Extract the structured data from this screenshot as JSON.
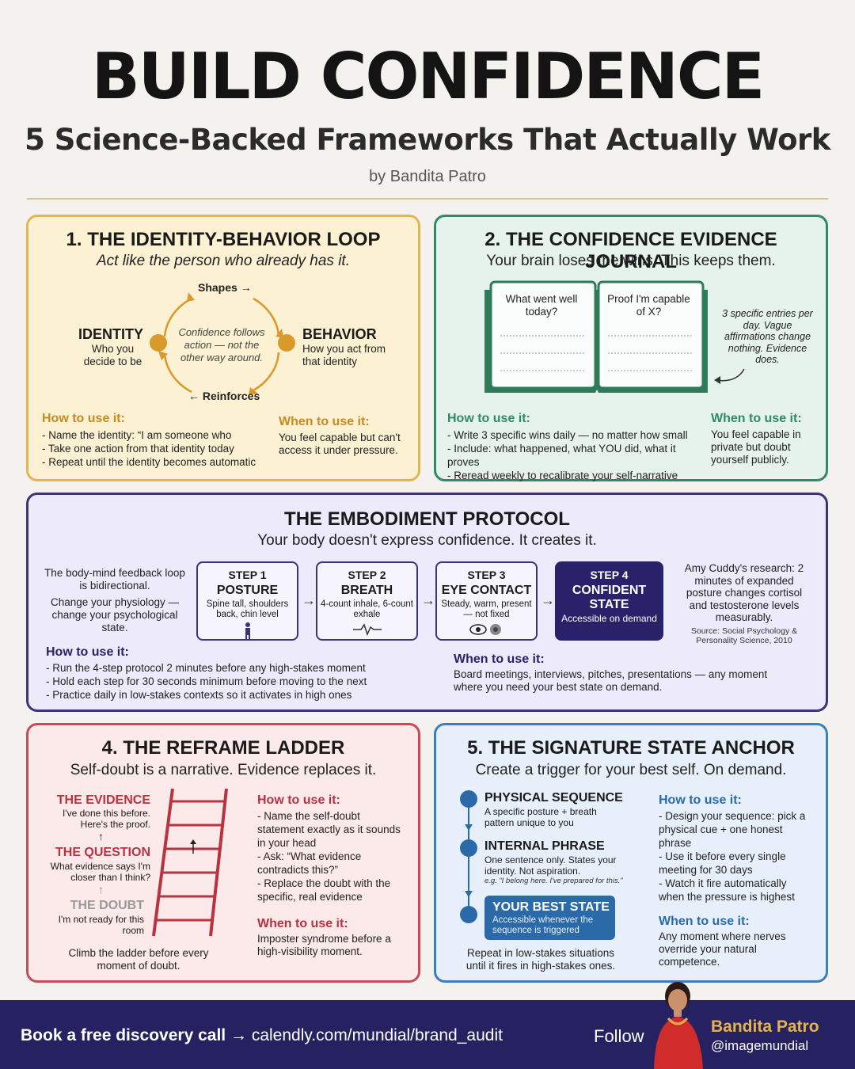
{
  "header": {
    "title": "BUILD CONFIDENCE",
    "subtitle": "5 Science-Backed Frameworks That Actually Work",
    "byline": "by Bandita Patro"
  },
  "card1": {
    "title": "1. THE IDENTITY-BEHAVIOR LOOP",
    "subtitle": "Act like the person who already has it.",
    "identity_label": "IDENTITY",
    "identity_desc": "Who you decide to be",
    "behavior_label": "BEHAVIOR",
    "behavior_desc": "How you act from that identity",
    "shapes": "Shapes →",
    "reinforces": "← Reinforces",
    "center": "Confidence follows action — not the other way around.",
    "how_label": "How to use it:",
    "how": [
      "Name the identity: “I am someone who",
      "Take one action from that identity today",
      "Repeat until the identity becomes automatic"
    ],
    "when_label": "When to use it:",
    "when": "You feel capable but can't access it under pressure."
  },
  "card2": {
    "title": "2. THE CONFIDENCE EVIDENCE JOURNAL",
    "subtitle": "Your brain loses the wins. This keeps them.",
    "page_left": "What went well today?",
    "page_right": "Proof I'm capable of X?",
    "note": "3 specific entries per day. Vague affirmations change nothing. Evidence does.",
    "how_label": "How to use it:",
    "how": [
      "Write 3 specific wins daily — no matter how small",
      "Include: what happened, what YOU did, what it proves",
      "Reread weekly to recalibrate your self-narrative"
    ],
    "when_label": "When to use it:",
    "when": "You feel capable in private but doubt yourself publicly."
  },
  "card3": {
    "title": "THE EMBODIMENT PROTOCOL",
    "subtitle": "Your body doesn't express confidence. It creates it.",
    "left_a": "The body-mind feedback loop is bidirectional.",
    "left_b": "Change your physiology — change your psychological state.",
    "steps": [
      {
        "num": "STEP 1",
        "name": "POSTURE",
        "desc": "Spine tall, shoulders back, chin level"
      },
      {
        "num": "STEP 2",
        "name": "BREATH",
        "desc": "4-count inhale, 6-count exhale"
      },
      {
        "num": "STEP 3",
        "name": "EYE CONTACT",
        "desc": "Steady, warm, present — not fixed"
      },
      {
        "num": "STEP 4",
        "name": "CONFIDENT STATE",
        "desc": "Accessible on demand"
      }
    ],
    "research": "Amy Cuddy's research: 2 minutes of expanded posture changes cortisol and testosterone levels measurably.",
    "source": "Source: Social Psychology & Personality Science, 2010",
    "how_label": "How to use it:",
    "how": [
      "Run the 4-step protocol 2 minutes before any high-stakes moment",
      "Hold each step for 30 seconds minimum before moving to the next",
      "Practice daily in low-stakes contexts so it activates in high ones"
    ],
    "when_label": "When to use it:",
    "when": "Board meetings, interviews, pitches, presentations — any moment where you need your best state on demand."
  },
  "card4": {
    "title": "4. THE REFRAME LADDER",
    "subtitle": "Self-doubt is a narrative. Evidence replaces it.",
    "evidence_label": "THE EVIDENCE",
    "evidence_desc": "I've done this before. Here's the proof.",
    "question_label": "THE QUESTION",
    "question_desc": "What evidence says I'm closer than I think?",
    "doubt_label": "THE DOUBT",
    "doubt_desc": "I'm not ready for this room",
    "climb": "Climb the ladder before every moment of doubt.",
    "how_label": "How to use it:",
    "how": [
      "Name the self-doubt statement exactly as it sounds in your head",
      "Ask: “What evidence contradicts this?”",
      "Replace the doubt with the specific, real evidence"
    ],
    "when_label": "When to use it:",
    "when": "Imposter syndrome before a high-visibility moment."
  },
  "card5": {
    "title": "5. THE SIGNATURE STATE ANCHOR",
    "subtitle": "Create a trigger for your best self. On demand.",
    "s1_label": "PHYSICAL SEQUENCE",
    "s1_desc": "A specific posture + breath pattern unique to you",
    "s2_label": "INTERNAL PHRASE",
    "s2_desc": "One sentence only. States your identity. Not aspiration.",
    "s2_eg": "e.g. “I belong here. I've prepared for this.”",
    "s3_label": "YOUR BEST STATE",
    "s3_desc": "Accessible whenever the sequence is triggered",
    "repeat": "Repeat in low-stakes situations until it fires in high-stakes ones.",
    "how_label": "How to use it:",
    "how": [
      "Design your sequence: pick a physical cue + one honest phrase",
      "Use it before every single meeting for 30 days",
      "Watch it fire automatically when the pressure is highest"
    ],
    "when_label": "When to use it:",
    "when": "Any moment where nerves override your natural competence."
  },
  "footer": {
    "cta": "Book a free discovery call →",
    "link": "calendly.com/mundial/brand_audit",
    "follow": "Follow",
    "name": "Bandita Patro",
    "handle": "@imagemundial"
  },
  "colors": {
    "c1": "#e3b553",
    "c2": "#2f8a66",
    "c3": "#3a3578",
    "c4": "#cc4a58",
    "c5": "#3b7fc0",
    "footer": "#262160"
  }
}
